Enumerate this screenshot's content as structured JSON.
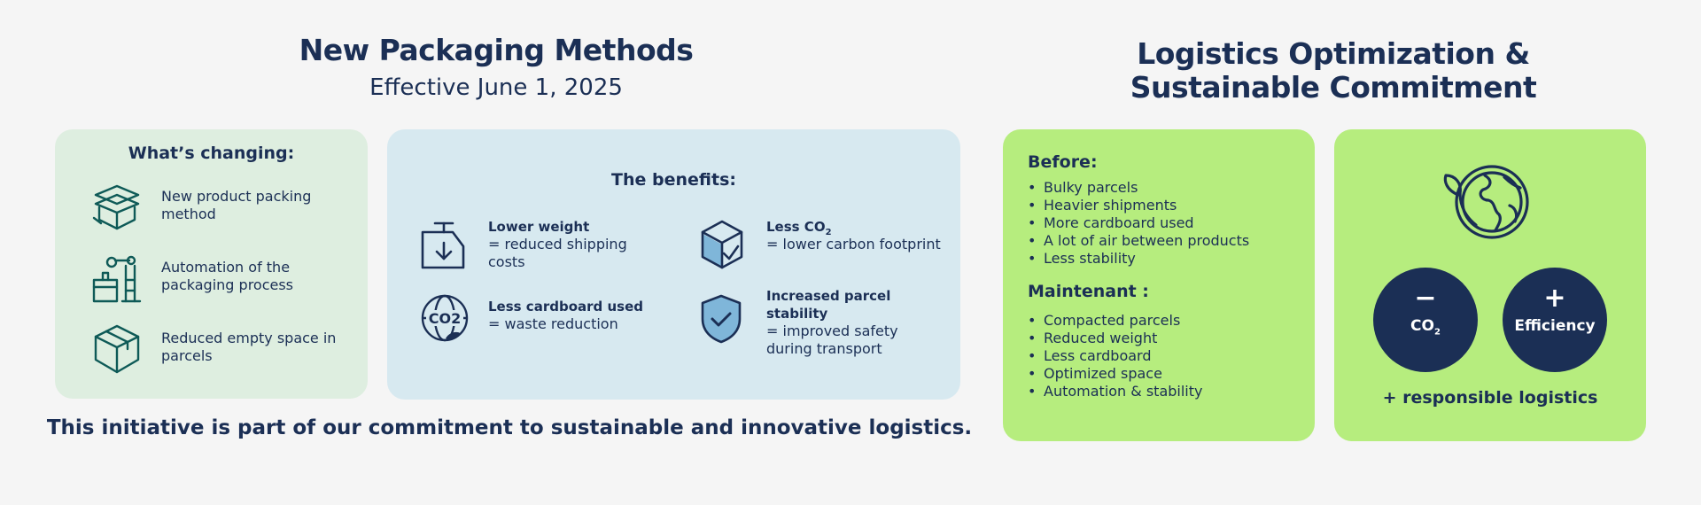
{
  "left": {
    "title": "New Packaging Methods",
    "subtitle": "Effective June 1, 2025",
    "changing": {
      "heading": "What’s changing:",
      "items": [
        {
          "icon": "box-open-icon",
          "text": "New product packing method"
        },
        {
          "icon": "robot-arm-icon",
          "text": "Automation of the packaging process"
        },
        {
          "icon": "box-icon",
          "text": "Reduced empty space in parcels"
        }
      ]
    },
    "benefits": {
      "heading": "The benefits:",
      "items": [
        {
          "icon": "weight-icon",
          "title": "Lower weight",
          "desc": "= reduced shipping costs"
        },
        {
          "icon": "cube-check-icon",
          "title": "Less CO",
          "sub": "2",
          "desc": "= lower carbon footprint"
        },
        {
          "icon": "co2-globe-icon",
          "icon_text": "CO2",
          "title": "Less cardboard used",
          "desc": "= waste reduction"
        },
        {
          "icon": "shield-check-icon",
          "title": "Increased parcel stability",
          "desc": "= improved safety during transport"
        }
      ]
    },
    "footer": "This initiative is part of our commitment to sustainable and innovative logistics."
  },
  "right": {
    "title_line1": "Logistics Optimization &",
    "title_line2": "Sustainable Commitment",
    "before": {
      "heading": "Before:",
      "items": [
        "Bulky parcels",
        "Heavier shipments",
        "More cardboard used",
        "A lot of air between products",
        "Less stability"
      ]
    },
    "now": {
      "heading": "Maintenant :",
      "items": [
        "Compacted parcels",
        "Reduced weight",
        "Less cardboard",
        "Optimized space",
        "Automation & stability"
      ]
    },
    "impact": {
      "globe_icon": "globe-leaf-icon",
      "co2_sign": "−",
      "co2_label": "CO",
      "co2_sub": "2",
      "efficiency_sign": "+",
      "efficiency_label": "Efficiency",
      "caption": "+ responsible logistics"
    }
  },
  "colors": {
    "navy": "#1b2f55",
    "teal": "#0e5a57",
    "pale_green": "#deeee0",
    "pale_blue": "#d7e9f0",
    "lime": "#b6ed7e",
    "background": "#f5f5f5"
  }
}
